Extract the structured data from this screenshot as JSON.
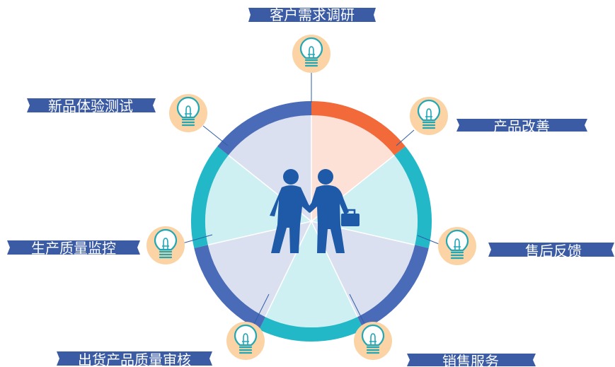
{
  "diagram": {
    "colors": {
      "banner": "#3b5ba5",
      "ring_blue": "#4a6cb8",
      "ring_teal": "#22b8c8",
      "ring_orange": "#f26a3a",
      "fill_blue": "#dbe0f0",
      "fill_teal": "#cff0f2",
      "fill_orange": "#fde0d6",
      "bulb_bg": "#fbd3a4",
      "bulb_line": "#22a7b5",
      "connector": "#2e5ea8",
      "people": "#1e5aa8"
    },
    "nodes": [
      {
        "id": "customer-research",
        "label": "客户需求调研"
      },
      {
        "id": "product-improvement",
        "label": "产品改善"
      },
      {
        "id": "after-sales-feedback",
        "label": "售后反馈"
      },
      {
        "id": "sales-service",
        "label": "销售服务"
      },
      {
        "id": "shipping-qc",
        "label": "出货产品质量审核"
      },
      {
        "id": "production-qc",
        "label": "生产质量监控"
      },
      {
        "id": "new-product-testing",
        "label": "新品体验测试"
      }
    ],
    "center_icon": "handshake-businessmen-icon",
    "node_icon": "lightbulb-icon"
  }
}
